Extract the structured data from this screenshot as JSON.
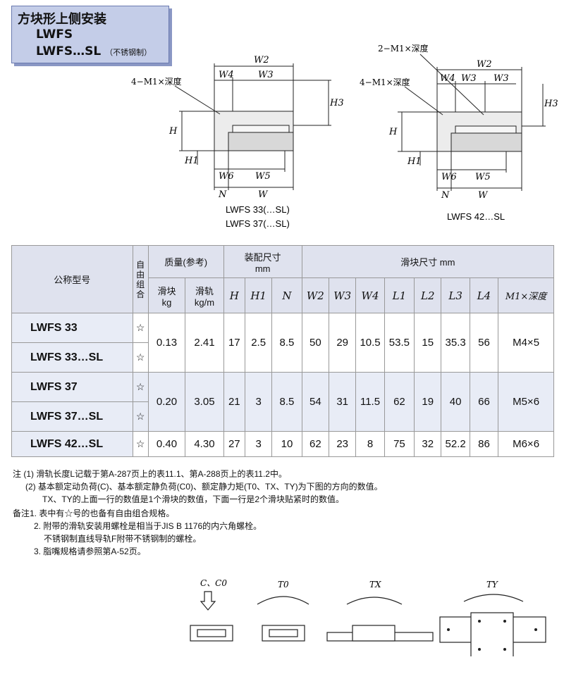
{
  "title": {
    "line1": "方块形上侧安装",
    "line2": "LWFS",
    "line3": "LWFS…SL",
    "line3_note": "（不锈钢制）"
  },
  "diagram_left": {
    "label_m1": "4−M1×深度",
    "dims": {
      "w2": "W2",
      "w4": "W4",
      "w3": "W3",
      "h3": "H3",
      "h": "H",
      "h1": "H1",
      "w6": "W6",
      "w5": "W5",
      "n": "N",
      "w": "W"
    },
    "caption1": "LWFS 33(…SL)",
    "caption2": "LWFS 37(…SL)"
  },
  "diagram_right": {
    "label_m1_top": "2−M1×深度",
    "label_m1": "4−M1×深度",
    "dims": {
      "w2": "W2",
      "w4": "W4",
      "w3a": "W3",
      "w3b": "W3",
      "h3": "H3",
      "h": "H",
      "h1": "H1",
      "w6": "W6",
      "w5": "W5",
      "n": "N",
      "w": "W"
    },
    "caption": "LWFS 42…SL"
  },
  "table": {
    "h_model": "公称型号",
    "h_free": "自由组合",
    "h_mass": "质量(参考)",
    "h_mass_block": "滑块",
    "h_mass_block_unit": "kg",
    "h_mass_rail": "滑轨",
    "h_mass_rail_unit": "kg/m",
    "h_assembly": "装配尺寸",
    "h_assembly_unit": "mm",
    "h_block": "滑块尺寸 mm",
    "cols": [
      "H",
      "H1",
      "N",
      "W2",
      "W3",
      "W4",
      "L1",
      "L2",
      "L3",
      "L4",
      "M1×深度"
    ],
    "rows": [
      {
        "models": [
          "LWFS 33",
          "LWFS 33…SL"
        ],
        "star": "☆",
        "block_kg": "0.13",
        "rail_kgm": "2.41",
        "H": "17",
        "H1": "2.5",
        "N": "8.5",
        "W2": "50",
        "W3": "29",
        "W4": "10.5",
        "L1": "53.5",
        "L2": "15",
        "L3": "35.3",
        "L4": "56",
        "M1": "M4×5"
      },
      {
        "models": [
          "LWFS 37",
          "LWFS 37…SL"
        ],
        "star": "☆",
        "block_kg": "0.20",
        "rail_kgm": "3.05",
        "H": "21",
        "H1": "3",
        "N": "8.5",
        "W2": "54",
        "W3": "31",
        "W4": "11.5",
        "L1": "62",
        "L2": "19",
        "L3": "40",
        "L4": "66",
        "M1": "M5×6"
      },
      {
        "models": [
          "LWFS 42…SL"
        ],
        "star": "☆",
        "block_kg": "0.40",
        "rail_kgm": "4.30",
        "H": "27",
        "H1": "3",
        "N": "10",
        "W2": "62",
        "W3": "23",
        "W4": "8",
        "L1": "75",
        "L2": "32",
        "L3": "52.2",
        "L4": "86",
        "M1": "M6×6"
      }
    ]
  },
  "notes": [
    "注 (1) 滑轨长度L记载于第A-287页上的表11.1、第A-288页上的表11.2中。",
    "(2) 基本额定动负荷(C)、基本额定静负荷(C0)、额定静力矩(T0、TX、TY)为下图的方向的数值。",
    "TX、TY的上面一行的数值是1个滑块的数值，下面一行是2个滑块贴紧时的数值。",
    "备注1. 表中有☆号的也备有自由组合规格。",
    "2. 附带的滑轨安装用螺栓是相当于JIS B 1176的内六角螺栓。",
    "不锈钢制直线导轨F附带不锈钢制的螺栓。",
    "3. 脂嘴规格请参照第A-52页。"
  ],
  "load_icons": {
    "c": "C、C0",
    "t0": "T0",
    "tx": "TX",
    "ty": "TY"
  }
}
